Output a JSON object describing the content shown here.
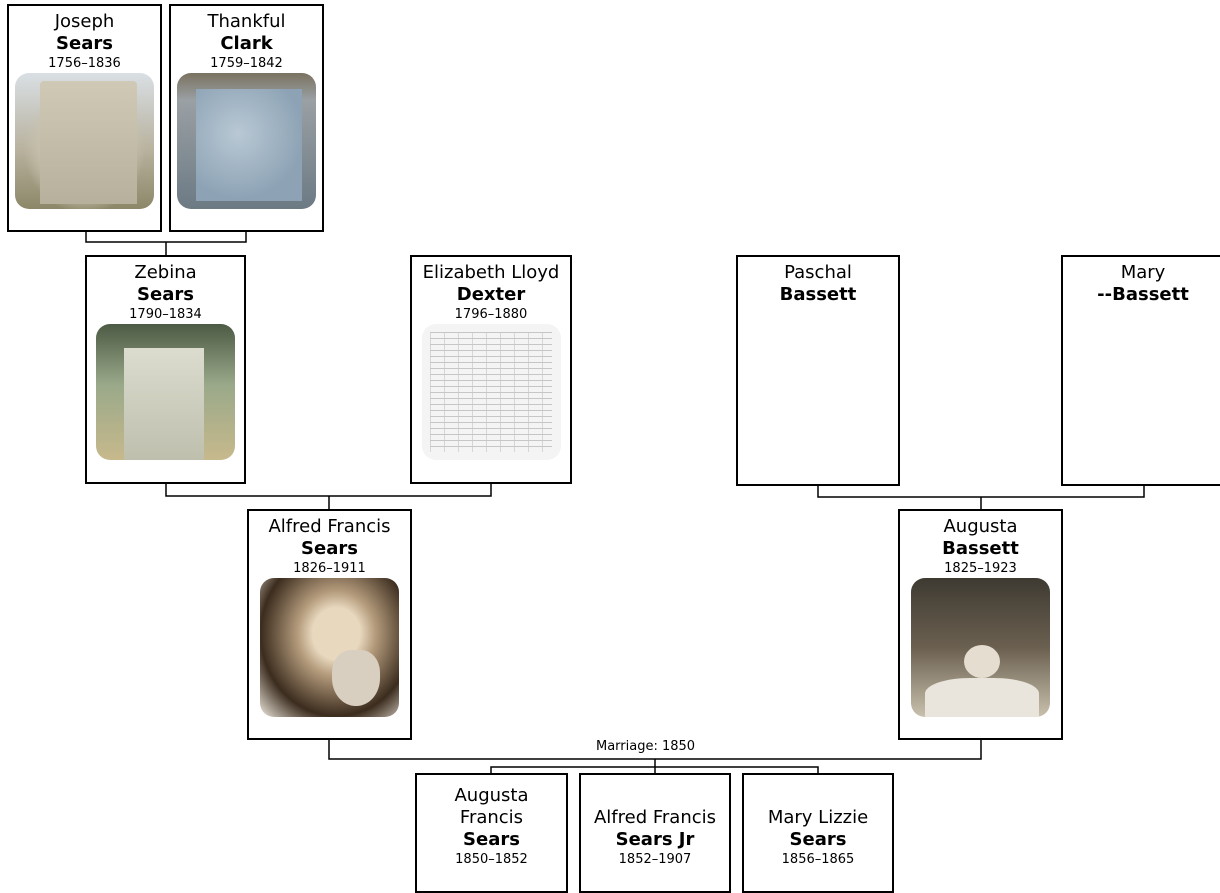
{
  "people": {
    "joseph_sears": {
      "given": "Joseph",
      "surname": "Sears",
      "dates": "1756–1836"
    },
    "thankful_clark": {
      "given": "Thankful",
      "surname": "Clark",
      "dates": "1759–1842"
    },
    "zebina_sears": {
      "given": "Zebina",
      "surname": "Sears",
      "dates": "1790–1834"
    },
    "elizabeth_dexter": {
      "given": "Elizabeth Lloyd",
      "surname": "Dexter",
      "dates": "1796–1880"
    },
    "paschal_bassett": {
      "given": "Paschal",
      "surname": "Bassett",
      "dates": ""
    },
    "mary_bassett": {
      "given": "Mary",
      "surname": "--Bassett",
      "dates": ""
    },
    "alfred_sears": {
      "given": "Alfred Francis",
      "surname": "Sears",
      "dates": "1826–1911"
    },
    "augusta_bassett": {
      "given": "Augusta",
      "surname": "Bassett",
      "dates": "1825–1923"
    },
    "augusta_f_sears": {
      "given": "Augusta Francis",
      "surname": "Sears",
      "dates": "1850–1852"
    },
    "alfred_sears_jr": {
      "given": "Alfred Francis",
      "surname": "Sears Jr",
      "dates": "1852–1907"
    },
    "mary_lizzie_sears": {
      "given": "Mary Lizzie",
      "surname": "Sears",
      "dates": "1856–1865"
    }
  },
  "marriage_label": "Marriage: 1850",
  "colors": {
    "border": "#000000",
    "background": "#ffffff"
  }
}
